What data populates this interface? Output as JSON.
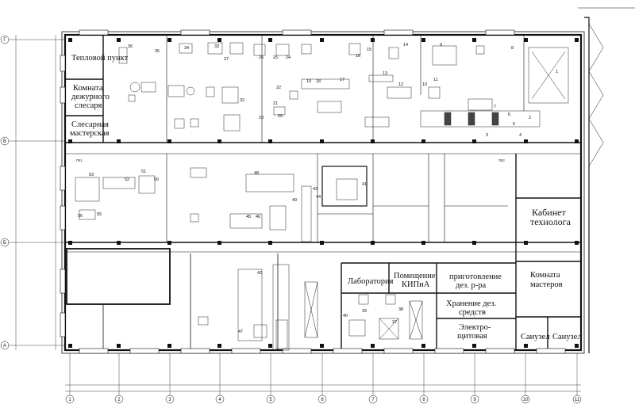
{
  "rooms": {
    "heat_point": "Тепловой пункт",
    "duty_locksmith_1": "Комната",
    "duty_locksmith_2": "дежурного",
    "duty_locksmith_3": "слесаря",
    "locksmith_shop_1": "Слесарная",
    "locksmith_shop_2": "мастерская",
    "technologist_1": "Кабинет",
    "technologist_2": "технолога",
    "masters_1": "Комната",
    "masters_2": "мастеров",
    "laboratory": "Лаборатория",
    "kipia_1": "Помещение",
    "kipia_2": "КИПиА",
    "disinf_prep_1": "приготовление",
    "disinf_prep_2": "дез. р-ра",
    "disinf_store_1": "Хранение дез.",
    "disinf_store_2": "средств",
    "electro_1": "Электро-",
    "electro_2": "щитовая",
    "wc_1": "Санузел",
    "wc_2": "Санузел"
  },
  "small_labels": {
    "pk1": "ПК1",
    "pk2": "ПК2"
  },
  "axes": {
    "columns": [
      "1",
      "2",
      "3",
      "4",
      "5",
      "6",
      "7",
      "8",
      "9",
      "10",
      "11"
    ],
    "rows": [
      "Г",
      "В",
      "Б",
      "А"
    ]
  },
  "equipment_numbers": [
    "36",
    "35",
    "34",
    "33",
    "32",
    "27",
    "26",
    "25",
    "24",
    "23",
    "22",
    "21",
    "20",
    "19",
    "18",
    "17",
    "16",
    "15",
    "14",
    "13",
    "12",
    "11",
    "10",
    "9",
    "8",
    "7",
    "6",
    "5",
    "4",
    "3",
    "2",
    "1",
    "53",
    "52",
    "51",
    "50",
    "49",
    "48",
    "47",
    "46",
    "45",
    "44",
    "43",
    "42",
    "41",
    "40",
    "39",
    "38",
    "37",
    "55",
    "56"
  ]
}
